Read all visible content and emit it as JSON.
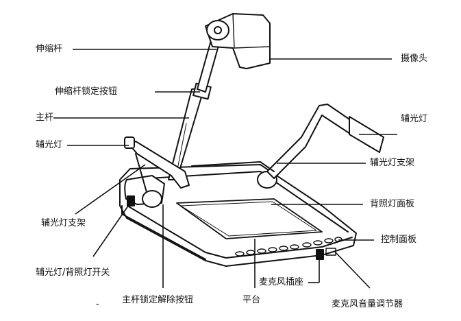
{
  "labels": {
    "telescopic_rod": "伸缩杆",
    "camera": "摄像头",
    "telescopic_lock_button": "伸缩杆锁定按钮",
    "main_rod": "主杆",
    "aux_light_left": "辅光灯",
    "aux_light_right": "辅光灯",
    "aux_light_bracket_right": "辅光灯支架",
    "backlight_panel": "背照灯面板",
    "aux_light_bracket_left": "辅光灯支架",
    "control_panel": "控制面板",
    "light_switch": "辅光灯/背照灯开关",
    "mic_jack": "麦克风插座",
    "main_rod_unlock_button": "主杆锁定解除按钮",
    "platform": "平台",
    "mic_volume_knob": "麦克风音量调节器",
    "dash_mark": "-"
  }
}
